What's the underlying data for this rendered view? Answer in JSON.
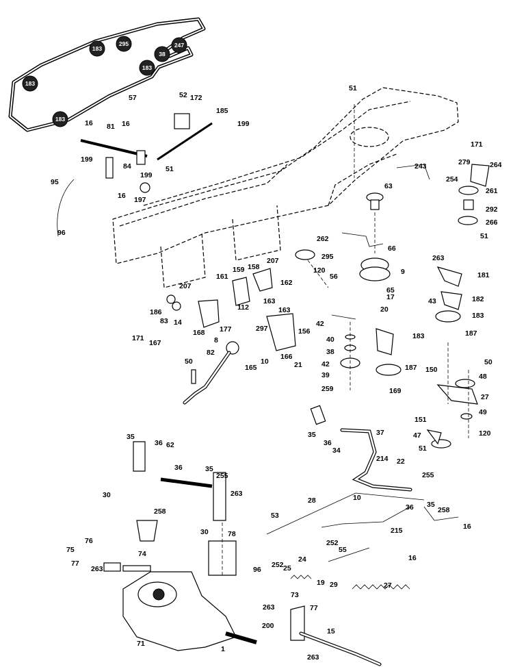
{
  "diagram": {
    "belt_labels": [
      "183",
      "295",
      "38",
      "247",
      "183",
      "183",
      "183"
    ],
    "callouts": [
      "57",
      "51",
      "52",
      "172",
      "185",
      "199",
      "16",
      "81",
      "16",
      "199",
      "84",
      "199",
      "51",
      "95",
      "16",
      "197",
      "96",
      "171",
      "279",
      "264",
      "243",
      "254",
      "261",
      "292",
      "266",
      "51",
      "63",
      "262",
      "66",
      "295",
      "120",
      "56",
      "9",
      "263",
      "181",
      "43",
      "182",
      "183",
      "187",
      "65",
      "17",
      "20",
      "207",
      "161",
      "159",
      "158",
      "207",
      "162",
      "186",
      "112",
      "14",
      "163",
      "83",
      "163",
      "297",
      "177",
      "42",
      "40",
      "38",
      "42",
      "39",
      "259",
      "183",
      "187",
      "169",
      "171",
      "167",
      "168",
      "156",
      "166",
      "21",
      "8",
      "82",
      "165",
      "10",
      "50",
      "50",
      "150",
      "48",
      "27",
      "151",
      "49",
      "47",
      "51",
      "120",
      "255",
      "35",
      "36",
      "62",
      "35",
      "36",
      "34",
      "37",
      "214",
      "36",
      "35",
      "255",
      "263",
      "30",
      "258",
      "22",
      "28",
      "10",
      "36",
      "35",
      "258",
      "53",
      "16",
      "30",
      "78",
      "76",
      "75",
      "77",
      "74",
      "263",
      "96",
      "252",
      "25",
      "24",
      "19",
      "29",
      "252",
      "215",
      "55",
      "27",
      "16",
      "263",
      "73",
      "77",
      "200",
      "15",
      "1",
      "71",
      "263"
    ]
  }
}
